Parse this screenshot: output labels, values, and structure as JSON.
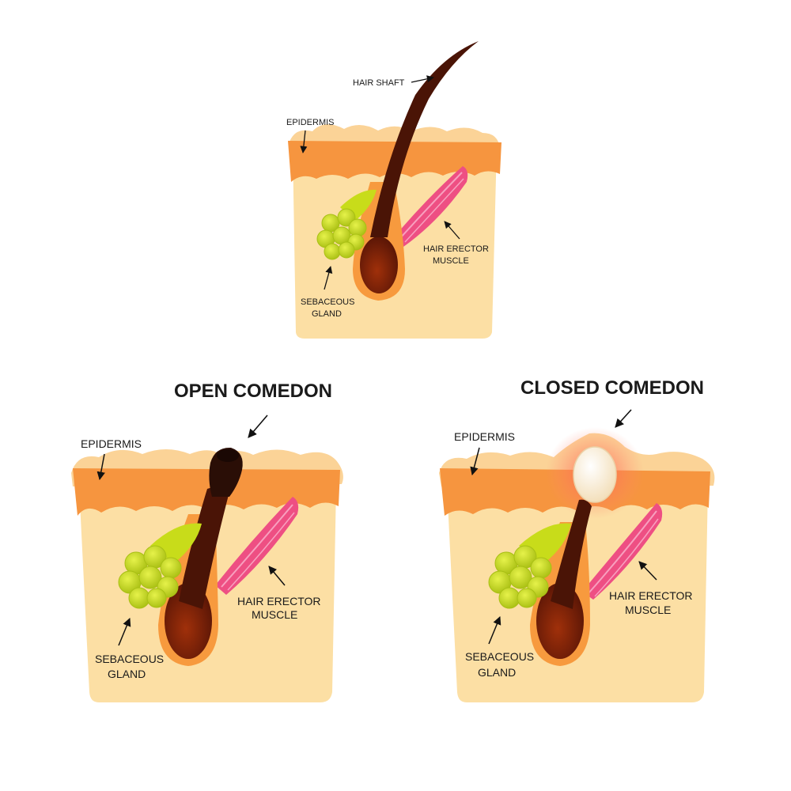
{
  "colors": {
    "skin": "#FCDFA4",
    "epidermis": "#F6953F",
    "surface": "#FBD397",
    "hair": "#4A1406",
    "bulb": "#8B2408",
    "sheath": "#F79A3E",
    "gland": "#C8DC1A",
    "muscle": "#EE4F83",
    "plug": "#FFF6E2",
    "inflammation": "#FF7A6B"
  },
  "normal": {
    "hair_shaft": "HAIR SHAFT",
    "epidermis": "EPIDERMIS",
    "muscle_line1": "HAIR ERECTOR",
    "muscle_line2": "MUSCLE",
    "gland_line1": "SEBACEOUS",
    "gland_line2": "GLAND"
  },
  "open_comedon": {
    "title": "OPEN COMEDON",
    "epidermis": "EPIDERMIS",
    "muscle_line1": "HAIR ERECTOR",
    "muscle_line2": "MUSCLE",
    "gland_line1": "SEBACEOUS",
    "gland_line2": "GLAND"
  },
  "closed_comedon": {
    "title": "CLOSED COMEDON",
    "epidermis": "EPIDERMIS",
    "muscle_line1": "HAIR ERECTOR",
    "muscle_line2": "MUSCLE",
    "gland_line1": "SEBACEOUS",
    "gland_line2": "GLAND"
  }
}
